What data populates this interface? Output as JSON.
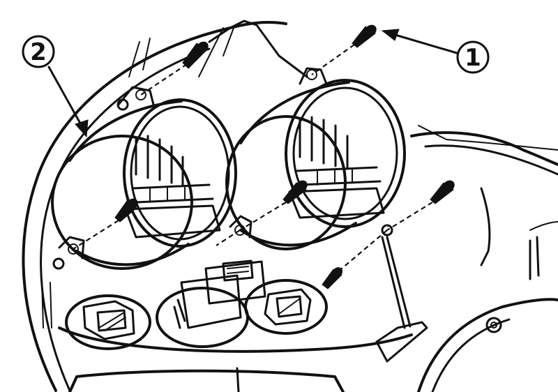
{
  "callouts": [
    {
      "id": "1",
      "label": "1"
    },
    {
      "id": "2",
      "label": "2"
    }
  ],
  "colors": {
    "ink": "#111111",
    "paper": "#ffffff"
  }
}
